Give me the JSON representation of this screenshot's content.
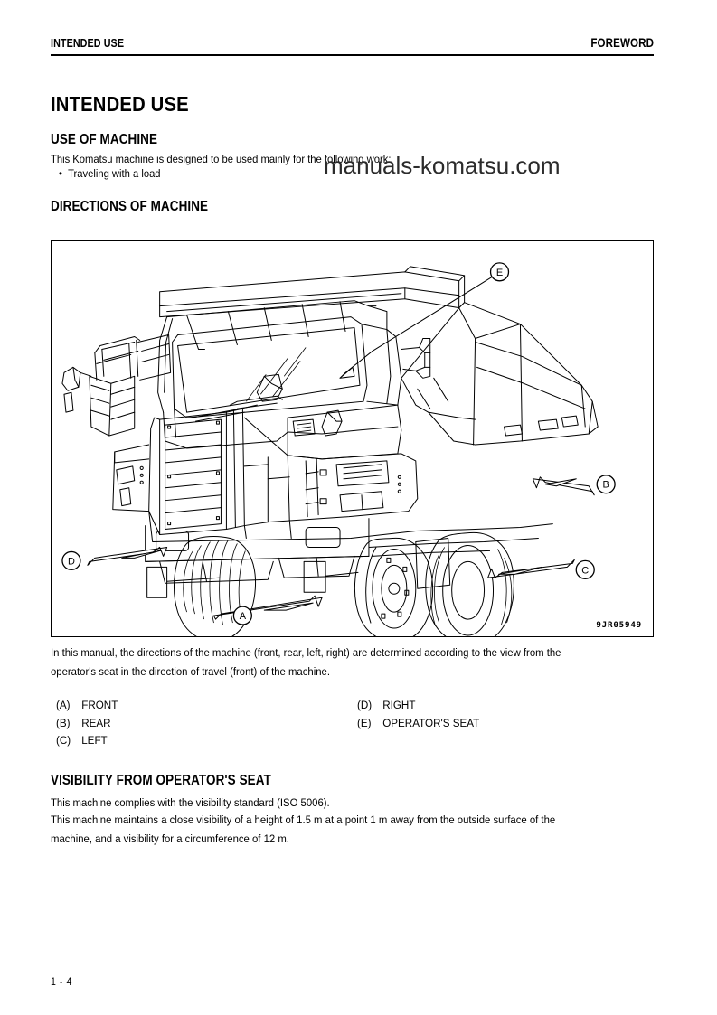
{
  "header": {
    "left": "INTENDED USE",
    "right": "FOREWORD"
  },
  "title": "INTENDED USE",
  "sections": {
    "use_of_machine": {
      "heading": "USE OF MACHINE",
      "intro": "This Komatsu machine is designed to be used mainly for the following work:",
      "bullets": [
        "Traveling with a load"
      ],
      "bullet_glyph": "•"
    },
    "directions_of_machine": {
      "heading": "DIRECTIONS OF MACHINE",
      "figure": {
        "code": "9JR05949",
        "subject": "rigid-dump-truck-three-quarter-view",
        "callouts": [
          {
            "id": "A",
            "label": "FRONT"
          },
          {
            "id": "B",
            "label": "REAR"
          },
          {
            "id": "C",
            "label": "LEFT"
          },
          {
            "id": "D",
            "label": "RIGHT"
          },
          {
            "id": "E",
            "label": "OPERATOR'S SEAT"
          }
        ]
      },
      "paragraph": [
        "In this manual, the directions of the machine (front, rear, left, right) are determined according to the view from the",
        "operator's seat in the direction of travel (front) of the machine."
      ],
      "legend_left": [
        {
          "key": "(A)",
          "value": "FRONT"
        },
        {
          "key": "(B)",
          "value": "REAR"
        },
        {
          "key": "(C)",
          "value": "LEFT"
        }
      ],
      "legend_right": [
        {
          "key": "(D)",
          "value": "RIGHT"
        },
        {
          "key": "(E)",
          "value": "OPERATOR'S SEAT"
        }
      ]
    },
    "visibility": {
      "heading": "VISIBILITY FROM OPERATOR'S SEAT",
      "lines": [
        "This machine complies with the visibility standard (ISO 5006).",
        "This machine maintains a close visibility of a height of 1.5 m at a point 1 m away from the outside surface of the",
        "machine, and a visibility for a circumference of 12 m."
      ]
    }
  },
  "watermark": "manuals-komatsu.com",
  "footer": {
    "page_number": "1 - 4"
  },
  "colors": {
    "ink": "#000000",
    "paper": "#ffffff",
    "watermark": "#2b2b2b"
  }
}
